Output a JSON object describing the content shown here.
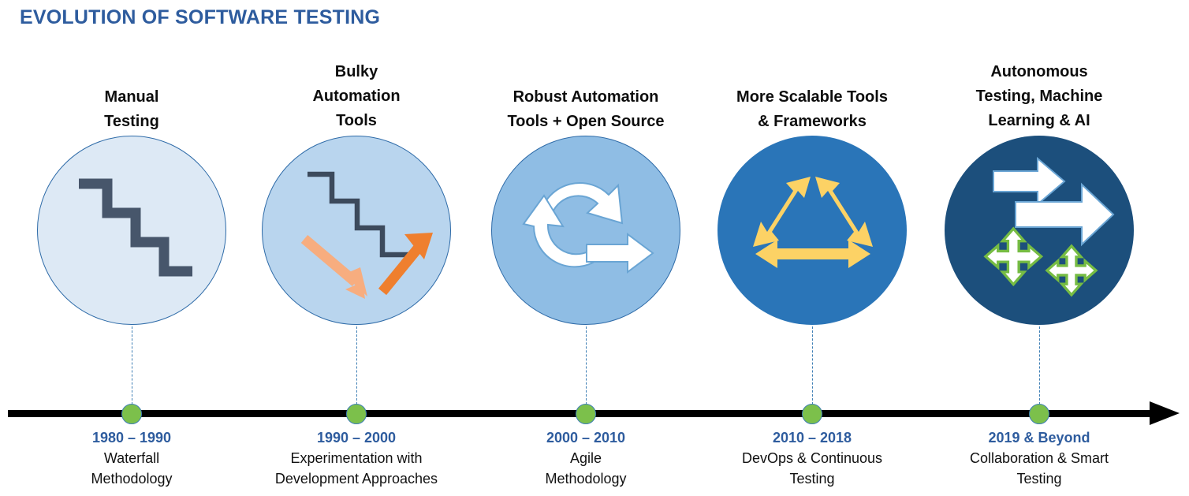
{
  "page": {
    "title": "EVOLUTION OF SOFTWARE TESTING",
    "accent_blue": "#2e5c9e",
    "axis_color": "#000000",
    "dot_color": "#7cc04b",
    "dot_ring_color": "#3f7fb5",
    "connector_color": "#3f7fb5"
  },
  "milestones": [
    {
      "id": "manual-testing",
      "headline_lines": [
        "Manual",
        "Testing"
      ],
      "year": "1980 – 1990",
      "caption_lines": [
        "Waterfall",
        "Methodology"
      ],
      "circle_fill": "#dde9f5",
      "circle_stroke": "#2e6ba8",
      "icon": "stairs-down-icon",
      "icon_colors": {
        "stairs": "#47566b"
      }
    },
    {
      "id": "bulky-automation-tools",
      "headline_lines": [
        "Bulky",
        "Automation",
        "Tools"
      ],
      "year": "1990 – 2000",
      "caption_lines": [
        "Experimentation with",
        "Development Approaches"
      ],
      "circle_fill": "#b9d5ee",
      "circle_stroke": "#2e6ba8",
      "icon": "stairs-with-arrows-icon",
      "icon_colors": {
        "stairs": "#3c4a5c",
        "arrow_down": "#f7ad7f",
        "arrow_up": "#ef7f2e"
      }
    },
    {
      "id": "robust-automation-open-source",
      "headline_lines": [
        "Robust Automation",
        "Tools + Open Source"
      ],
      "year": "2000 – 2010",
      "caption_lines": [
        "Agile",
        "Methodology"
      ],
      "circle_fill": "#8fbde4",
      "circle_stroke": "#2e6ba8",
      "icon": "refresh-cycle-arrow-icon",
      "icon_colors": {
        "glyph": "#ffffff",
        "glyph_stroke": "#6aa5d4"
      }
    },
    {
      "id": "scalable-tools-frameworks",
      "headline_lines": [
        "More Scalable Tools",
        "& Frameworks"
      ],
      "year": "2010 – 2018",
      "caption_lines": [
        "DevOps & Continuous",
        "Testing"
      ],
      "circle_fill": "#2a75b8",
      "circle_stroke": "#2a75b8",
      "icon": "triangle-double-arrows-icon",
      "icon_colors": {
        "glyph": "#fcd265"
      }
    },
    {
      "id": "autonomous-testing-ml-ai",
      "headline_lines": [
        "Autonomous",
        "Testing, Machine",
        "Learning & AI"
      ],
      "year": "2019 & Beyond",
      "caption_lines": [
        "Collaboration & Smart",
        "Testing"
      ],
      "circle_fill": "#1c4f7c",
      "circle_stroke": "#1c4f7c",
      "icon": "arrows-and-move-nodes-icon",
      "icon_colors": {
        "arrow": "#ffffff",
        "arrow_stroke": "#6aa5d4",
        "node_fill": "#ffffff",
        "node_stroke": "#76bc43"
      }
    }
  ]
}
